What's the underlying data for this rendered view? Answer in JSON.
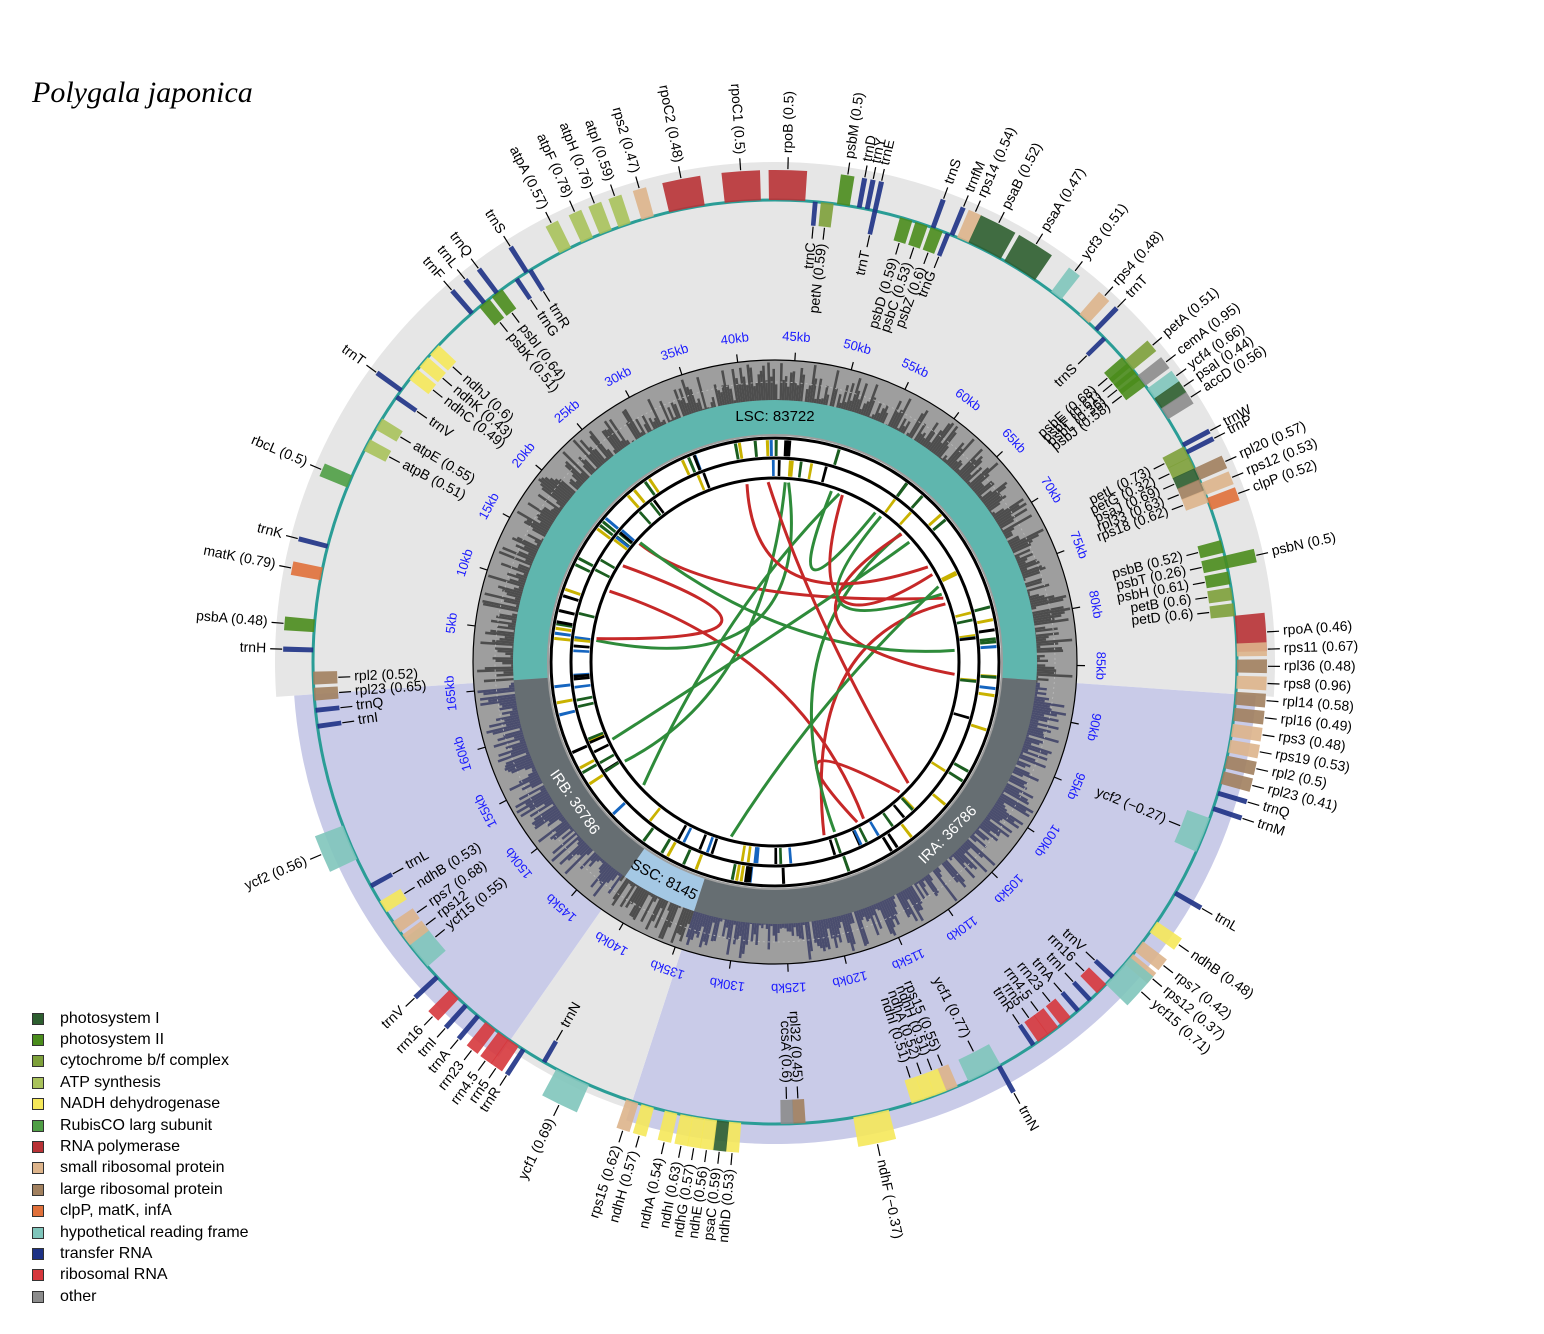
{
  "title": "Polygala japonica",
  "legend": [
    {
      "label": "photosystem I",
      "color": "#2d5e2f"
    },
    {
      "label": "photosystem II",
      "color": "#4a8c1c"
    },
    {
      "label": "cytochrome b/f complex",
      "color": "#7da03a"
    },
    {
      "label": "ATP synthesis",
      "color": "#a9c25b"
    },
    {
      "label": "NADH dehydrogenase",
      "color": "#f5e85a"
    },
    {
      "label": "RubisCO larg subunit",
      "color": "#4f9e45"
    },
    {
      "label": "RNA polymerase",
      "color": "#b83235"
    },
    {
      "label": "small ribosomal protein",
      "color": "#ddb48b"
    },
    {
      "label": "large ribosomal protein",
      "color": "#a1805e"
    },
    {
      "label": "clpP, matK, infA",
      "color": "#e0703a"
    },
    {
      "label": "hypothetical reading frame",
      "color": "#7fc5bb"
    },
    {
      "label": "transfer RNA",
      "color": "#1d3185"
    },
    {
      "label": "ribosomal RNA",
      "color": "#d6373c"
    },
    {
      "label": "other",
      "color": "#8c8c8c"
    }
  ],
  "regions": [
    {
      "label": "LSC: 83722",
      "color": "#5fb6ae"
    },
    {
      "label": "IRA: 36786",
      "color": "#666e72"
    },
    {
      "label": "SSC: 8145",
      "color": "#a4c8e4"
    },
    {
      "label": "IRB: 36786",
      "color": "#666e72"
    }
  ],
  "kb_ticks": [
    "5kb",
    "10kb",
    "15kb",
    "20kb",
    "25kb",
    "30kb",
    "35kb",
    "40kb",
    "45kb",
    "50kb",
    "55kb",
    "60kb",
    "65kb",
    "70kb",
    "75kb",
    "80kb",
    "85kb",
    "90kb",
    "95kb",
    "100kb",
    "105kb",
    "110kb",
    "115kb",
    "120kb",
    "125kb",
    "130kb",
    "135kb",
    "140kb",
    "145kb",
    "150kb",
    "155kb",
    "160kb",
    "165kb"
  ],
  "genes": [
    {
      "label": "psbA (0.48)",
      "cat": 1,
      "angle": -94.5,
      "strand": "out"
    },
    {
      "label": "trnH",
      "cat": 11,
      "angle": -91.5,
      "strand": "out"
    },
    {
      "label": "matK (0.79)",
      "cat": 9,
      "angle": -101,
      "strand": "out"
    },
    {
      "label": "trnK",
      "cat": 11,
      "angle": -104.5,
      "strand": "out"
    },
    {
      "label": "rbcL (0.5)",
      "cat": 5,
      "angle": -113,
      "strand": "out"
    },
    {
      "label": "trnT",
      "cat": 11,
      "angle": -126,
      "strand": "out"
    },
    {
      "label": "atpB (0.51)",
      "cat": 3,
      "angle": -118,
      "strand": "in"
    },
    {
      "label": "atpE (0.55)",
      "cat": 3,
      "angle": -121,
      "strand": "in"
    },
    {
      "label": "trnV",
      "cat": 11,
      "angle": -125,
      "strand": "in"
    },
    {
      "label": "ndhC (0.49)",
      "cat": 4,
      "angle": -128.5,
      "strand": "in"
    },
    {
      "label": "ndhK (0.43)",
      "cat": 4,
      "angle": -130.5,
      "strand": "in"
    },
    {
      "label": "ndhJ (0.6)",
      "cat": 4,
      "angle": -132.5,
      "strand": "in"
    },
    {
      "label": "trnF",
      "cat": 11,
      "angle": -139,
      "strand": "out"
    },
    {
      "label": "trnL",
      "cat": 11,
      "angle": -141,
      "strand": "out"
    },
    {
      "label": "trnQ",
      "cat": 11,
      "angle": -143,
      "strand": "out"
    },
    {
      "label": "psbK (0.51)",
      "cat": 1,
      "angle": -141,
      "strand": "in"
    },
    {
      "label": "psbI (0.64)",
      "cat": 1,
      "angle": -143,
      "strand": "in"
    },
    {
      "label": "trnG",
      "cat": 11,
      "angle": -146,
      "strand": "in"
    },
    {
      "label": "trnR",
      "cat": 11,
      "angle": -148,
      "strand": "in"
    },
    {
      "label": "trnS",
      "cat": 11,
      "angle": -147.5,
      "strand": "out"
    },
    {
      "label": "atpA (0.57)",
      "cat": 3,
      "angle": -153,
      "strand": "out"
    },
    {
      "label": "atpF (0.78)",
      "cat": 3,
      "angle": -156,
      "strand": "out"
    },
    {
      "label": "atpH (0.76)",
      "cat": 3,
      "angle": -158.5,
      "strand": "out"
    },
    {
      "label": "atpI (0.59)",
      "cat": 3,
      "angle": -161,
      "strand": "out"
    },
    {
      "label": "rps2 (0.47)",
      "cat": 7,
      "angle": -164,
      "strand": "out"
    },
    {
      "label": "rpoC2 (0.48)",
      "cat": 6,
      "angle": -169,
      "strand": "out"
    },
    {
      "label": "rpoC1 (0.5)",
      "cat": 6,
      "angle": -176,
      "strand": "out"
    },
    {
      "label": "rpoB (0.5)",
      "cat": 6,
      "angle": -181.5,
      "strand": "out"
    },
    {
      "label": "trnC",
      "cat": 11,
      "angle": -185,
      "strand": "in"
    },
    {
      "label": "petN (0.59)",
      "cat": 2,
      "angle": -186.5,
      "strand": "in"
    },
    {
      "label": "psbM (0.5)",
      "cat": 1,
      "angle": -188.5,
      "strand": "out"
    },
    {
      "label": "trnD",
      "cat": 11,
      "angle": -190.5,
      "strand": "out"
    },
    {
      "label": "trnY",
      "cat": 11,
      "angle": -191.5,
      "strand": "out"
    },
    {
      "label": "trnE",
      "cat": 11,
      "angle": -192.5,
      "strand": "out"
    },
    {
      "label": "trnT",
      "cat": 11,
      "angle": -192.5,
      "strand": "in"
    },
    {
      "label": "psbD (0.59)",
      "cat": 1,
      "angle": -196.5,
      "strand": "in"
    },
    {
      "label": "psbC (0.53)",
      "cat": 1,
      "angle": -198.5,
      "strand": "in"
    },
    {
      "label": "psbZ (0.6)",
      "cat": 1,
      "angle": -200.5,
      "strand": "in"
    },
    {
      "label": "trnG",
      "cat": 11,
      "angle": -202,
      "strand": "in"
    },
    {
      "label": "trnS",
      "cat": 11,
      "angle": -200,
      "strand": "out"
    },
    {
      "label": "trnfM",
      "cat": 11,
      "angle": -202.5,
      "strand": "out"
    },
    {
      "label": "rps14 (0.54)",
      "cat": 7,
      "angle": -204,
      "strand": "out"
    },
    {
      "label": "psaB (0.52)",
      "cat": 0,
      "angle": -207,
      "strand": "out"
    },
    {
      "label": "psaA (0.47)",
      "cat": 0,
      "angle": -212,
      "strand": "out"
    },
    {
      "label": "ycf3 (0.51)",
      "cat": 10,
      "angle": -217.5,
      "strand": "out"
    },
    {
      "label": "rps4 (0.48)",
      "cat": 7,
      "angle": -222,
      "strand": "out"
    },
    {
      "label": "trnT",
      "cat": 11,
      "angle": -224,
      "strand": "out"
    },
    {
      "label": "trnS",
      "cat": 11,
      "angle": -225.5,
      "strand": "in"
    },
    {
      "label": "psbE (0.68)",
      "cat": 1,
      "angle": -229.5,
      "strand": "in"
    },
    {
      "label": "psbF (0.61)",
      "cat": 1,
      "angle": -230.5,
      "strand": "in"
    },
    {
      "label": "psbL (0.36)",
      "cat": 1,
      "angle": -231.5,
      "strand": "in"
    },
    {
      "label": "psbJ (0.58)",
      "cat": 1,
      "angle": -232.5,
      "strand": "in"
    },
    {
      "label": "petA (0.51)",
      "cat": 2,
      "angle": -230,
      "strand": "out"
    },
    {
      "label": "cemA (0.95)",
      "cat": 13,
      "angle": -232.5,
      "strand": "out"
    },
    {
      "label": "ycf4 (0.66)",
      "cat": 10,
      "angle": -234.5,
      "strand": "out"
    },
    {
      "label": "psaI (0.44)",
      "cat": 0,
      "angle": -236,
      "strand": "out"
    },
    {
      "label": "accD (0.56)",
      "cat": 13,
      "angle": -237.5,
      "strand": "out"
    },
    {
      "label": "trnW",
      "cat": 11,
      "angle": -242,
      "strand": "out"
    },
    {
      "label": "trnP",
      "cat": 11,
      "angle": -243,
      "strand": "out"
    },
    {
      "label": "rpl20 (0.57)",
      "cat": 8,
      "angle": -246,
      "strand": "out"
    },
    {
      "label": "rps12 (0.53)",
      "cat": 7,
      "angle": -248,
      "strand": "out"
    },
    {
      "label": "clpP (0.52)",
      "cat": 9,
      "angle": -250,
      "strand": "out"
    },
    {
      "label": "petL (0.73)",
      "cat": 2,
      "angle": -243,
      "strand": "in"
    },
    {
      "label": "petG (0.32)",
      "cat": 2,
      "angle": -244.5,
      "strand": "in"
    },
    {
      "label": "psaJ (0.69)",
      "cat": 0,
      "angle": -246,
      "strand": "in"
    },
    {
      "label": "rpl33 (0.63)",
      "cat": 8,
      "angle": -247.5,
      "strand": "in"
    },
    {
      "label": "rps18 (0.62)",
      "cat": 7,
      "angle": -249,
      "strand": "in"
    },
    {
      "label": "psbN (0.5)",
      "cat": 1,
      "angle": -257.5,
      "strand": "out"
    },
    {
      "label": "psbB (0.52)",
      "cat": 1,
      "angle": -255.5,
      "strand": "in"
    },
    {
      "label": "psbT (0.26)",
      "cat": 1,
      "angle": -257.5,
      "strand": "in"
    },
    {
      "label": "psbH (0.61)",
      "cat": 1,
      "angle": -259.5,
      "strand": "in"
    },
    {
      "label": "petB (0.6)",
      "cat": 2,
      "angle": -261.5,
      "strand": "in"
    },
    {
      "label": "petD (0.6)",
      "cat": 2,
      "angle": -263.5,
      "strand": "in"
    },
    {
      "label": "rpoA (0.46)",
      "cat": 6,
      "angle": -266.5,
      "strand": "out"
    },
    {
      "label": "rps11 (0.67)",
      "cat": 7,
      "angle": -268.5,
      "strand": "out"
    },
    {
      "label": "rpl36 (0.48)",
      "cat": 8,
      "angle": -270.5,
      "strand": "out"
    },
    {
      "label": "rps8 (0.96)",
      "cat": 7,
      "angle": -272.5,
      "strand": "out"
    },
    {
      "label": "rpl14 (0.58)",
      "cat": 8,
      "angle": -274.5,
      "strand": "out"
    },
    {
      "label": "rpl16 (0.49)",
      "cat": 8,
      "angle": -276.5,
      "strand": "out"
    },
    {
      "label": "rps3 (0.48)",
      "cat": 7,
      "angle": -278.5,
      "strand": "out"
    },
    {
      "label": "rps19 (0.53)",
      "cat": 7,
      "angle": -280.5,
      "strand": "out"
    },
    {
      "label": "rpl2 (0.5)",
      "cat": 8,
      "angle": -282.5,
      "strand": "out"
    },
    {
      "label": "rpl23 (0.41)",
      "cat": 8,
      "angle": -284.5,
      "strand": "out"
    },
    {
      "label": "trnQ",
      "cat": 11,
      "angle": -286.5,
      "strand": "out"
    },
    {
      "label": "trnM",
      "cat": 11,
      "angle": -288.5,
      "strand": "out"
    },
    {
      "label": "ycf2 (−0.27)",
      "cat": 10,
      "angle": -292,
      "strand": "in"
    },
    {
      "label": "trnL",
      "cat": 11,
      "angle": -300,
      "strand": "out"
    },
    {
      "label": "ndhB (0.48)",
      "cat": 4,
      "angle": -305,
      "strand": "out"
    },
    {
      "label": "rps7 (0.42)",
      "cat": 7,
      "angle": -308,
      "strand": "out"
    },
    {
      "label": "rps12 (0.37)",
      "cat": 7,
      "angle": -310,
      "strand": "out"
    },
    {
      "label": "ycf15 (0.71)",
      "cat": 10,
      "angle": -312,
      "strand": "out"
    },
    {
      "label": "trnV",
      "cat": 11,
      "angle": -313,
      "strand": "in"
    },
    {
      "label": "rrn16",
      "cat": 12,
      "angle": -315,
      "strand": "in"
    },
    {
      "label": "trnI",
      "cat": 11,
      "angle": -317,
      "strand": "in"
    },
    {
      "label": "trnA",
      "cat": 11,
      "angle": -319,
      "strand": "in"
    },
    {
      "label": "rrn23",
      "cat": 12,
      "angle": -321,
      "strand": "in"
    },
    {
      "label": "rrn4.5",
      "cat": 12,
      "angle": -323,
      "strand": "in"
    },
    {
      "label": "rrn5",
      "cat": 12,
      "angle": -324.5,
      "strand": "in"
    },
    {
      "label": "trnR",
      "cat": 11,
      "angle": -326,
      "strand": "in"
    },
    {
      "label": "trnN",
      "cat": 11,
      "angle": -331,
      "strand": "out"
    },
    {
      "label": "ycf1 (0.77)",
      "cat": 10,
      "angle": -333,
      "strand": "in"
    },
    {
      "label": "rps15 (0.55)",
      "cat": 7,
      "angle": -337.5,
      "strand": "in"
    },
    {
      "label": "ndhH (0.51)",
      "cat": 4,
      "angle": -339,
      "strand": "in"
    },
    {
      "label": "ndhA (0.52)",
      "cat": 4,
      "angle": -340.5,
      "strand": "in"
    },
    {
      "label": "ndhI (0.51)",
      "cat": 4,
      "angle": -342,
      "strand": "in"
    },
    {
      "label": "rpl32 (0.45)",
      "cat": 8,
      "angle": -357,
      "strand": "in"
    },
    {
      "label": "ccsA (0.6)",
      "cat": 13,
      "angle": -358.5,
      "strand": "in"
    },
    {
      "label": "ndhF (−0.37)",
      "cat": 4,
      "angle": -348,
      "strand": "out"
    },
    {
      "label": "ndhD (0.53)",
      "cat": 4,
      "angle": -5,
      "strand": "out"
    },
    {
      "label": "psaC (0.59)",
      "cat": 0,
      "angle": -6.5,
      "strand": "out"
    },
    {
      "label": "ndhE (0.56)",
      "cat": 4,
      "angle": -8,
      "strand": "out"
    },
    {
      "label": "ndhG (0.57)",
      "cat": 4,
      "angle": -9.5,
      "strand": "out"
    },
    {
      "label": "ndhI (0.63)",
      "cat": 4,
      "angle": -11,
      "strand": "out"
    },
    {
      "label": "ndhA (0.54)",
      "cat": 4,
      "angle": -13,
      "strand": "out"
    },
    {
      "label": "ndhH (0.57)",
      "cat": 4,
      "angle": -16,
      "strand": "out"
    },
    {
      "label": "rps15 (0.62)",
      "cat": 7,
      "angle": -18,
      "strand": "out"
    },
    {
      "label": "ycf1 (0.69)",
      "cat": 10,
      "angle": -26,
      "strand": "out"
    },
    {
      "label": "trnN",
      "cat": 11,
      "angle": -30,
      "strand": "in"
    },
    {
      "label": "trnR",
      "cat": 11,
      "angle": -33,
      "strand": "out"
    },
    {
      "label": "rrn5",
      "cat": 12,
      "angle": -34.5,
      "strand": "out"
    },
    {
      "label": "rrn4.5",
      "cat": 12,
      "angle": -36,
      "strand": "out"
    },
    {
      "label": "rrn23",
      "cat": 12,
      "angle": -38,
      "strand": "out"
    },
    {
      "label": "trnA",
      "cat": 11,
      "angle": -40,
      "strand": "out"
    },
    {
      "label": "trnI",
      "cat": 11,
      "angle": -42,
      "strand": "out"
    },
    {
      "label": "rrn16",
      "cat": 12,
      "angle": -44,
      "strand": "out"
    },
    {
      "label": "trnV",
      "cat": 11,
      "angle": -47,
      "strand": "out"
    },
    {
      "label": "ycf15 (0.55)",
      "cat": 10,
      "angle": -51,
      "strand": "in"
    },
    {
      "label": "rps12",
      "cat": 7,
      "angle": -53,
      "strand": "in"
    },
    {
      "label": "rps7 (0.68)",
      "cat": 7,
      "angle": -55,
      "strand": "in"
    },
    {
      "label": "ndhB (0.53)",
      "cat": 4,
      "angle": -58,
      "strand": "in"
    },
    {
      "label": "trnL",
      "cat": 11,
      "angle": -61,
      "strand": "in"
    },
    {
      "label": "ycf2 (0.56)",
      "cat": 10,
      "angle": -67,
      "strand": "out"
    },
    {
      "label": "trnI",
      "cat": 11,
      "angle": -82,
      "strand": "in"
    },
    {
      "label": "trnQ",
      "cat": 11,
      "angle": -84,
      "strand": "in"
    },
    {
      "label": "rpl23 (0.65)",
      "cat": 8,
      "angle": -86,
      "strand": "in"
    },
    {
      "label": "rpl2 (0.52)",
      "cat": 8,
      "angle": -88,
      "strand": "in"
    }
  ]
}
